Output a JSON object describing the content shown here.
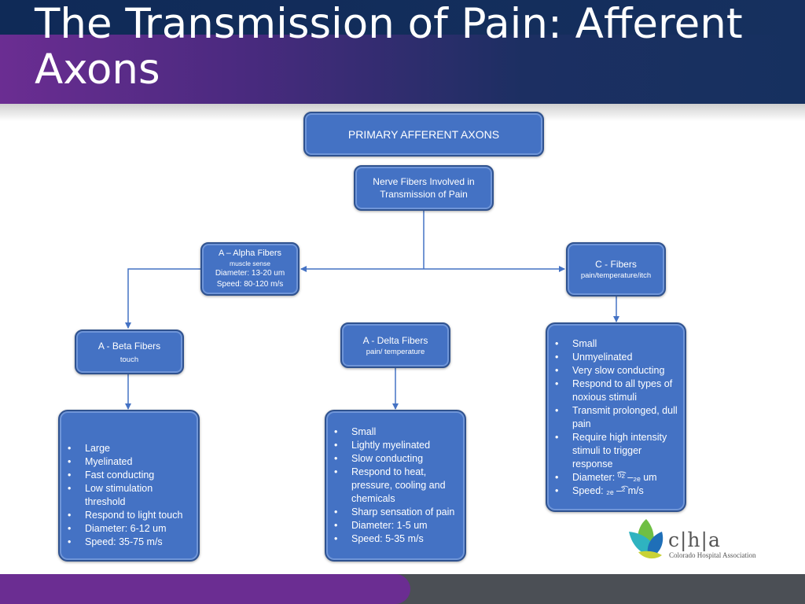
{
  "slide": {
    "title": "The Transmission of Pain: Afferent Axons"
  },
  "diagram": {
    "root": "PRIMARY AFFERENT AXONS",
    "involved": "Nerve Fibers Involved in Transmission of Pain",
    "alpha": {
      "name": "A – Alpha Fibers",
      "subtitle": "muscle sense",
      "diameter": "Diameter: 13-20 um",
      "speed": "Speed: 80-120 m/s"
    },
    "c_fibers": {
      "name": "C - Fibers",
      "subtitle": "pain/temperature/itch",
      "items": [
        "Small",
        "Unmyelinated",
        "Very slow conducting",
        "Respond to all types of noxious stimuli",
        "Transmit prolonged, dull pain",
        "Require high intensity stimuli to trigger response",
        "Diameter: ⁰͡² –₂ₑ um",
        "Speed: ₂ₑ –͡² m/s"
      ]
    },
    "beta": {
      "name": "A - Beta Fibers",
      "subtitle": "touch",
      "items": [
        "Large",
        "Myelinated",
        "Fast conducting",
        "Low stimulation threshold",
        "Respond to light touch",
        "Diameter: 6-12 um",
        "Speed: 35-75 m/s"
      ]
    },
    "delta": {
      "name": "A - Delta Fibers",
      "subtitle": "pain/ temperature",
      "items": [
        "Small",
        "Lightly myelinated",
        "Slow conducting",
        "Respond to heat, pressure, cooling and chemicals",
        "Sharp sensation of pain",
        "Diameter: 1-5 um",
        "Speed: 5-35 m/s"
      ]
    }
  },
  "logo": {
    "letters": "c|h|a",
    "name": "Colorado Hospital Association",
    "colors": [
      "#6fbf44",
      "#2fb3c0",
      "#1f6fb8"
    ]
  },
  "colors": {
    "box_fill": "#4472c4",
    "box_border": "#2f528f",
    "connector": "#4472c4",
    "header_navy": "#16305f",
    "header_purple": "#6b2d92",
    "footer_gray": "#4b4f55"
  }
}
